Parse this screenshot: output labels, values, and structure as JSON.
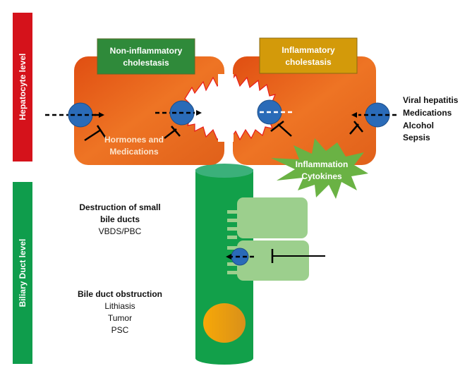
{
  "levels": {
    "hepatocyte": "Hepatocyte level",
    "biliary": "Biliary Duct level"
  },
  "boxes": {
    "non_inflammatory": [
      "Non-inflammatory",
      "cholestasis"
    ],
    "inflammatory": [
      "Inflammatory",
      "cholestasis"
    ]
  },
  "hormones": [
    "Hormones and",
    "Medications"
  ],
  "causes": [
    "Viral hepatitis",
    "Medications",
    "Alcohol",
    "Sepsis"
  ],
  "starburst": [
    "Inflammation",
    "Cytokines"
  ],
  "small_ducts": {
    "title": [
      "Destruction of small",
      "bile ducts"
    ],
    "items": [
      "VBDS/PBC"
    ]
  },
  "obstruction": {
    "title": "Bile duct obstruction",
    "items": [
      "Lithiasis",
      "Tumor",
      "PSC"
    ]
  },
  "colors": {
    "hepatocyte_bar": "#d5121b",
    "biliary_bar": "#0f9d4c",
    "cell_orange": "#e8641a",
    "non_inflam_box": "#2f8a3a",
    "inflam_box": "#d39a0a",
    "transporter_blue": "#2a6bb8",
    "starburst_green": "#6ab244",
    "duct_green": "#12a04a",
    "duct_cell": "#9ccf8d",
    "stone": "#f2a40c"
  }
}
